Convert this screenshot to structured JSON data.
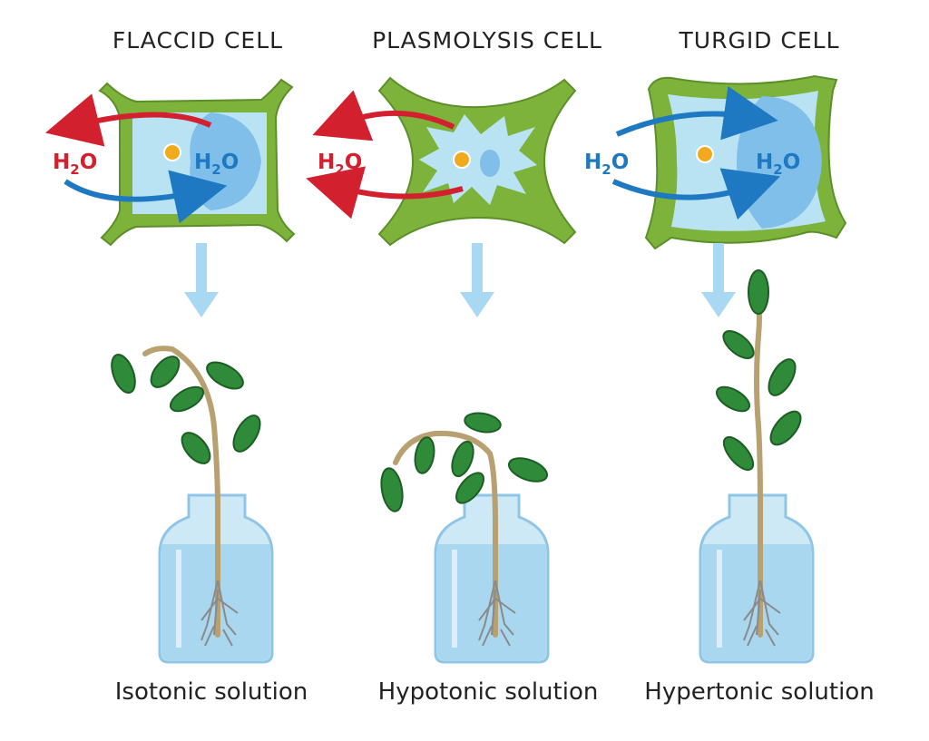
{
  "panels": [
    {
      "title": "FLACCID CELL",
      "caption": "Isotonic solution"
    },
    {
      "title": "PLASMOLYSIS CELL",
      "caption": "Hypotonic solution"
    },
    {
      "title": "TURGID CELL",
      "caption": "Hypertonic solution"
    }
  ],
  "water": {
    "main": "H",
    "sub": "2",
    "end": "O"
  },
  "colors": {
    "cell_wall": "#7db33a",
    "wall_edge": "#5c8f2a",
    "cytoplasm": "#b9e3f3",
    "vacuole": "#7fbfe9",
    "nucleus": "#f2a91d",
    "arrow_out": "#d3202f",
    "arrow_in": "#1e78c2",
    "down_arrow": "#a8d8f2",
    "leaf": "#2f8a3a",
    "stem": "#b8a070",
    "glass": "#cde9f6",
    "water_fill": "#a9d7ef"
  }
}
